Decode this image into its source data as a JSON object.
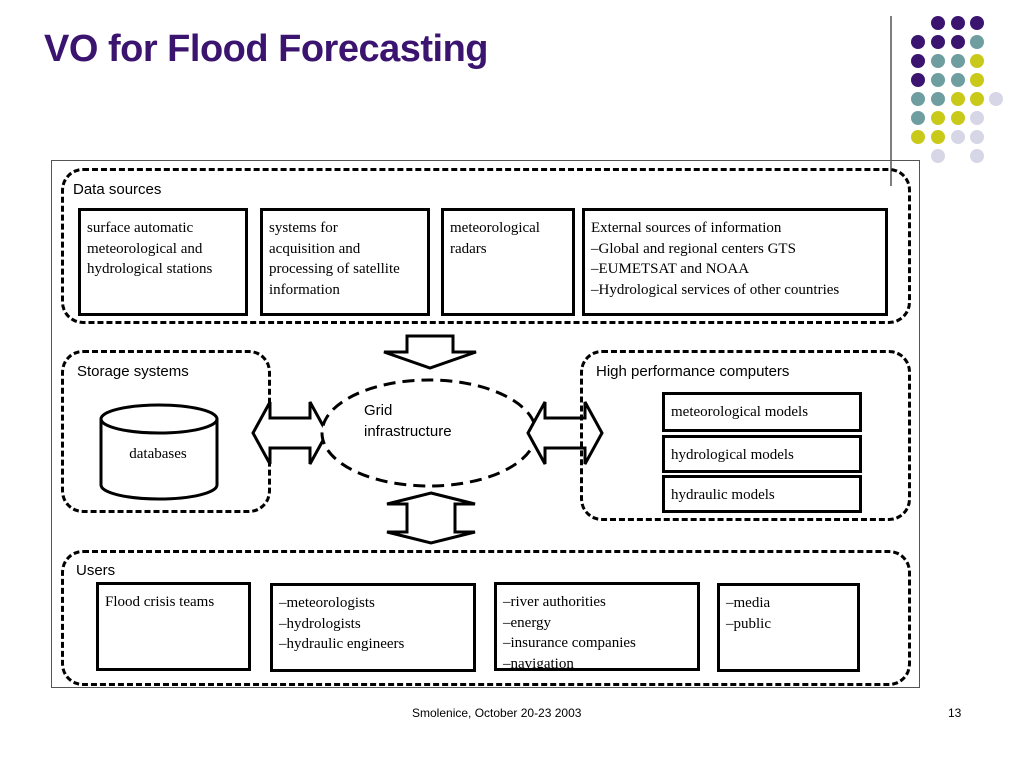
{
  "slide": {
    "title": "VO for Flood Forecasting",
    "footer_text": "Smolenice, October 20-23 2003",
    "page_number": "13"
  },
  "colors": {
    "title": "#3b1470",
    "dot_purple": "#3b1470",
    "dot_teal": "#6f9ea0",
    "dot_yellow": "#c9c91a",
    "dot_lavender": "#d6d6e6"
  },
  "data_sources": {
    "label": "Data sources",
    "boxes": [
      [
        "surface automatic",
        "meteorological and",
        "hydrological stations"
      ],
      [
        "systems for",
        "acquisition and",
        "processing of satellite",
        "information"
      ],
      [
        "meteorological",
        "radars"
      ],
      [
        "External sources of information",
        "–Global and regional centers GTS",
        "–EUMETSAT and NOAA",
        "–Hydrological services of other countries"
      ]
    ]
  },
  "storage": {
    "label": "Storage systems",
    "db_label": "databases"
  },
  "grid": {
    "lines": [
      "Grid",
      "infrastructure"
    ]
  },
  "hpc": {
    "label": "High performance computers",
    "models": [
      "meteorological models",
      "hydrological models",
      "hydraulic models"
    ]
  },
  "users": {
    "label": "Users",
    "boxes": [
      [
        "Flood crisis teams"
      ],
      [
        "–meteorologists",
        "–hydrologists",
        "–hydraulic engineers"
      ],
      [
        "–river authorities",
        "–energy",
        "–insurance companies",
        "–navigation"
      ],
      [
        "–media",
        "–public"
      ]
    ]
  }
}
